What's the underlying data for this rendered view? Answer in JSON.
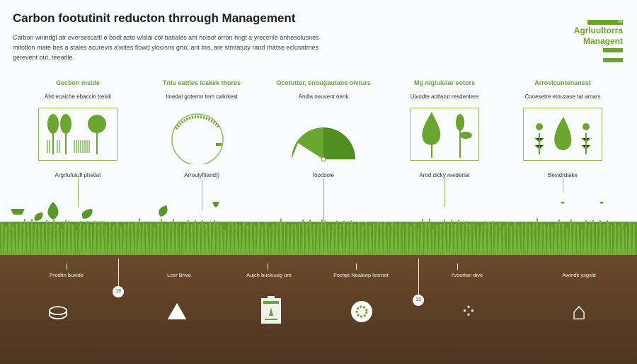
{
  "header": {
    "title": "Carbon footutinit reducton thrrough Management",
    "intro": "Carbon wnindgl atr eversescattl o bodt asto wlslai cof batiales ant nolsof orron hngt a yrecenle anhesolusnes mitoflon mate bes a stales acurevis a'wites flowd ylocisns grto; ant tna, are stmtatuty rand rhatse eclusatmes gerevent out, teeadle."
  },
  "logo": {
    "line1": "Agrluultorra",
    "line2": "Managent",
    "badge": "91"
  },
  "columns": [
    {
      "heading": "Gecbon mside",
      "sub": "Alst ecaiche ebaccin treisk",
      "label": "Argrfufulufl phetlat",
      "icon": "trees-barcode-icon"
    },
    {
      "heading": "Tnlu eattles lcakek thores",
      "sub": "Imedal goternn tem cwlokest",
      "label": "Arroulyftiand])",
      "icon": "circle-gauge-icon"
    },
    {
      "heading": "Ocotutter, enougautabe oivturs",
      "sub": "Andla neuvent oenk",
      "label": "foocbole",
      "icon": "half-gauge-icon"
    },
    {
      "heading": "Mg nigiulular eotors",
      "sub": "Ujvodte aotlarut resdentere",
      "label": "Arod dicky reederlat",
      "icon": "leaf-sprout-icon"
    },
    {
      "heading": "Arrovlcuntenansst",
      "sub": "Cnoesetre etouzase tat amars",
      "label": "Bevidrdiake",
      "icon": "leaf-trees-icon"
    }
  ],
  "soil_items": [
    {
      "label": "Proditn buxide",
      "icon": "coins-icon"
    },
    {
      "label": "Lcer Brive",
      "icon": "mounds-icon"
    },
    {
      "label": "Aujch buckuuig ure",
      "icon": "battery-leaf-icon"
    },
    {
      "label": "Foctqe Nealeep lsoroot",
      "icon": "gear-cloud-icon"
    },
    {
      "label": "I'voortan dive",
      "icon": "grid-dots-icon"
    },
    {
      "label": "Awindk ysgsld",
      "icon": "home-diagram-icon"
    }
  ],
  "markers": [
    "19",
    "13"
  ],
  "colors": {
    "green": "#6aa52f",
    "soil": "#5a3e25"
  }
}
